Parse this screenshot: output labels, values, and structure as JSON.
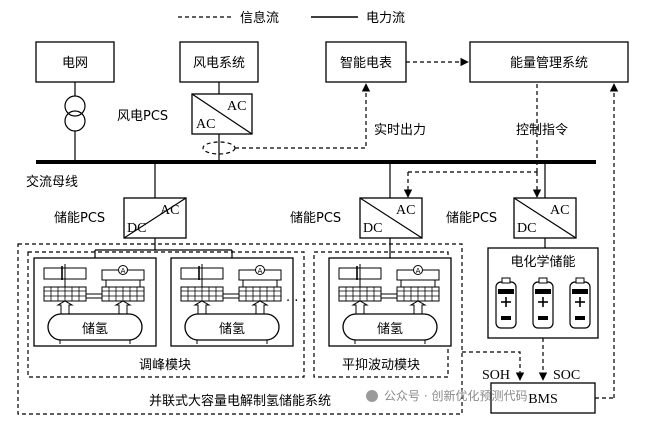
{
  "legend": {
    "info_flow": "信息流",
    "power_flow": "电力流"
  },
  "boxes": {
    "grid": "电网",
    "wind_system": "风电系统",
    "smart_meter": "智能电表",
    "ems": "能量管理系统",
    "electrochem": "电化学储能",
    "bms": "BMS"
  },
  "labels": {
    "wind_pcs": "风电PCS",
    "storage_pcs": "储能PCS",
    "realtime_output": "实时出力",
    "control_cmd": "控制指令",
    "ac_bus": "交流母线",
    "peak_module": "调峰模块",
    "fluct_module": "平抑波动模块",
    "system_name": "并联式大容量电解制氢储能系统",
    "soh": "SOH",
    "soc": "SOC",
    "ellipsis": "· · ·",
    "hydrogen_tank": "储氢"
  },
  "converter": {
    "ac": "AC",
    "dc": "DC"
  },
  "watermark": "公众号 · 创新优化预测代码"
}
